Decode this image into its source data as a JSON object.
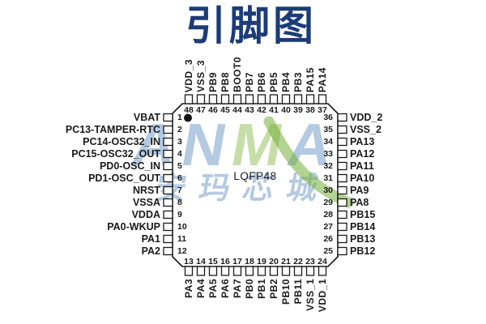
{
  "title": "引脚图",
  "colors": {
    "title": "#1c3c78",
    "ink": "#1a1a1a",
    "watermark_blue": "rgba(88,135,190,0.45)",
    "watermark_green": "rgba(130,180,60,0.45)",
    "swoosh_green": "rgba(115,175,55,0.55)"
  },
  "watermark": {
    "logo_letters": [
      {
        "ch": "A",
        "color": "rgba(88,135,190,0.45)"
      },
      {
        "ch": "N",
        "color": "rgba(88,135,190,0.45)"
      },
      {
        "ch": "M",
        "color": "rgba(130,180,60,0.45)"
      },
      {
        "ch": "A",
        "color": "rgba(88,135,190,0.45)"
      }
    ],
    "cn_text": "安玛芯城"
  },
  "chip": {
    "package_label": "LQFP48",
    "pin1_marker": "dot",
    "left_pins": [
      {
        "num": "1",
        "label": "VBAT"
      },
      {
        "num": "2",
        "label": "PC13-TAMPER-RTC"
      },
      {
        "num": "3",
        "label": "PC14-OSC32_IN"
      },
      {
        "num": "4",
        "label": "PC15-OSC32_OUT"
      },
      {
        "num": "5",
        "label": "PD0-OSC_IN"
      },
      {
        "num": "6",
        "label": "PD1-OSC_OUT"
      },
      {
        "num": "7",
        "label": "NRST"
      },
      {
        "num": "8",
        "label": "VSSA"
      },
      {
        "num": "9",
        "label": "VDDA"
      },
      {
        "num": "10",
        "label": "PA0-WKUP"
      },
      {
        "num": "11",
        "label": "PA1"
      },
      {
        "num": "12",
        "label": "PA2"
      }
    ],
    "top_pins": [
      {
        "num": "48",
        "label": "VDD_3"
      },
      {
        "num": "47",
        "label": "VSS_3"
      },
      {
        "num": "46",
        "label": "PB9"
      },
      {
        "num": "45",
        "label": "PB8"
      },
      {
        "num": "44",
        "label": "BOOT0"
      },
      {
        "num": "43",
        "label": "PB7"
      },
      {
        "num": "42",
        "label": "PB6"
      },
      {
        "num": "41",
        "label": "PB5"
      },
      {
        "num": "40",
        "label": "PB4"
      },
      {
        "num": "39",
        "label": "PB3"
      },
      {
        "num": "38",
        "label": "PA15"
      },
      {
        "num": "37",
        "label": "PA14"
      }
    ],
    "right_pins": [
      {
        "num": "36",
        "label": "VDD_2"
      },
      {
        "num": "35",
        "label": "VSS_2"
      },
      {
        "num": "34",
        "label": "PA13"
      },
      {
        "num": "33",
        "label": "PA12"
      },
      {
        "num": "32",
        "label": "PA11"
      },
      {
        "num": "31",
        "label": "PA10"
      },
      {
        "num": "30",
        "label": "PA9"
      },
      {
        "num": "29",
        "label": "PA8"
      },
      {
        "num": "28",
        "label": "PB15"
      },
      {
        "num": "27",
        "label": "PB14"
      },
      {
        "num": "26",
        "label": "PB13"
      },
      {
        "num": "25",
        "label": "PB12"
      }
    ],
    "bottom_pins": [
      {
        "num": "13",
        "label": "PA3"
      },
      {
        "num": "14",
        "label": "PA4"
      },
      {
        "num": "15",
        "label": "PA5"
      },
      {
        "num": "16",
        "label": "PA6"
      },
      {
        "num": "17",
        "label": "PA7"
      },
      {
        "num": "18",
        "label": "PB0"
      },
      {
        "num": "19",
        "label": "PB1"
      },
      {
        "num": "20",
        "label": "PB2"
      },
      {
        "num": "21",
        "label": "PB10"
      },
      {
        "num": "22",
        "label": "PB11"
      },
      {
        "num": "23",
        "label": "VSS_1"
      },
      {
        "num": "24",
        "label": "VDD_1"
      }
    ]
  }
}
